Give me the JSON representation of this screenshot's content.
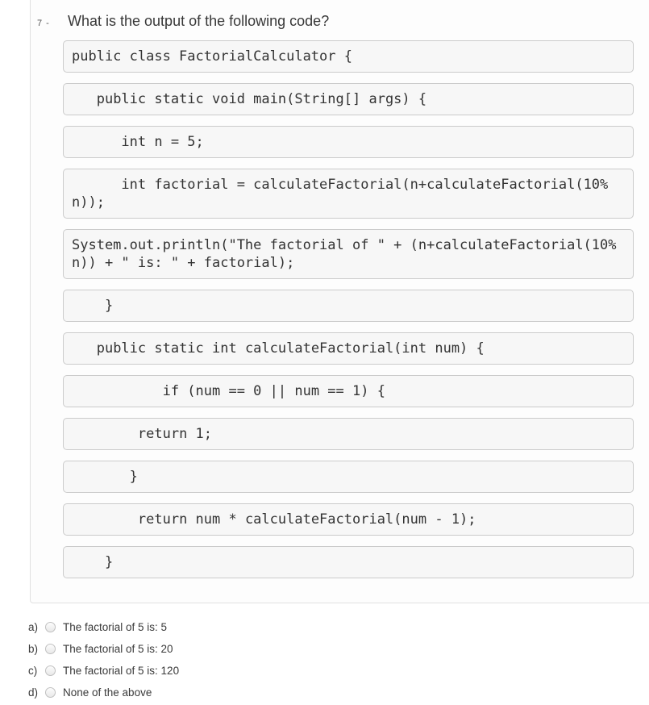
{
  "question": {
    "number_label": "7 -",
    "text": "What is the output of the following code?"
  },
  "code_lines": [
    "public class FactorialCalculator {",
    "   public static void main(String[] args) {",
    "      int n = 5;",
    "      int factorial = calculateFactorial(n+calculateFactorial(10%\nn));",
    "System.out.println(\"The factorial of \" + (n+calculateFactorial(10%\nn)) + \" is: \" + factorial);",
    "    }",
    "   public static int calculateFactorial(int num) {",
    "           if (num == 0 || num == 1) {",
    "        return 1;",
    "       }",
    "        return num * calculateFactorial(num - 1);",
    "    }"
  ],
  "options": [
    {
      "letter": "a)",
      "label": "The factorial of 5 is: 5"
    },
    {
      "letter": "b)",
      "label": "The factorial of 5 is: 20"
    },
    {
      "letter": "c)",
      "label": "The factorial of 5 is: 120"
    },
    {
      "letter": "d)",
      "label": "None of the above"
    }
  ],
  "colors": {
    "code_box_background": "#f7f7f7",
    "code_box_border": "#cbcbcb",
    "panel_border": "#e1e1e1",
    "text": "#333333"
  }
}
